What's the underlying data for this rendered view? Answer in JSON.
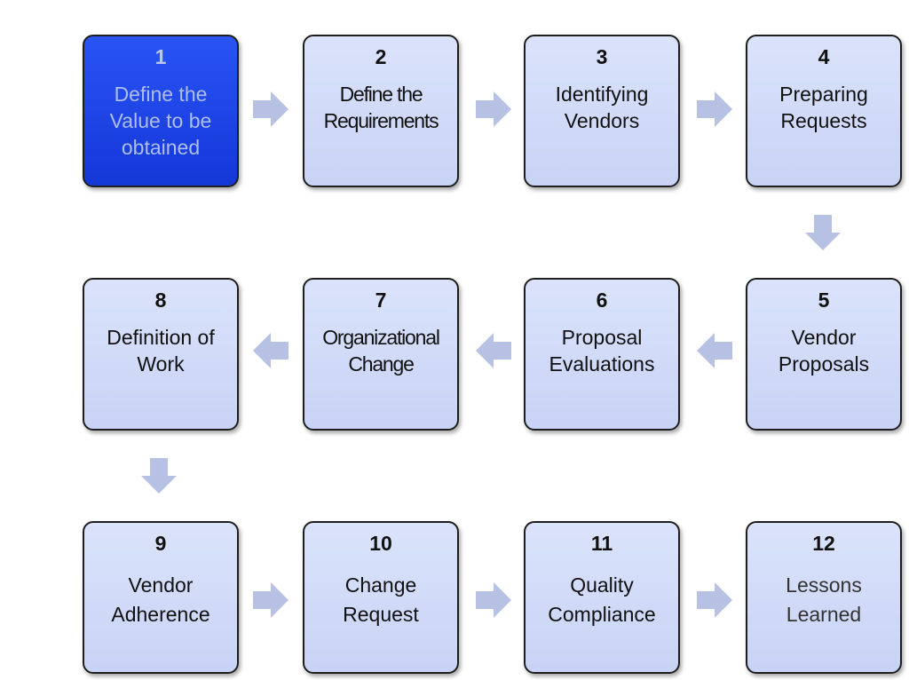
{
  "steps": [
    {
      "number": "1",
      "label": "Define the Value to be obtained",
      "active": true
    },
    {
      "number": "2",
      "label": "Define the Requirements"
    },
    {
      "number": "3",
      "label": "Identifying Vendors"
    },
    {
      "number": "4",
      "label": "Preparing Requests"
    },
    {
      "number": "5",
      "label": "Vendor Proposals"
    },
    {
      "number": "6",
      "label": "Proposal Evaluations"
    },
    {
      "number": "7",
      "label": "Organizational Change"
    },
    {
      "number": "8",
      "label": "Definition of Work"
    },
    {
      "number": "9",
      "label": "Vendor Adherence"
    },
    {
      "number": "10",
      "label": "Change Request"
    },
    {
      "number": "11",
      "label": "Quality Compliance"
    },
    {
      "number": "12",
      "label": "Lessons Learned"
    }
  ],
  "colors": {
    "box_fill": "#d3dcf8",
    "active_fill": "#1f47ec",
    "arrow": "#b6c1e4",
    "border": "#1e1e1e"
  },
  "icons": {
    "arrow_right": "arrow-right-icon",
    "arrow_left": "arrow-left-icon",
    "arrow_down": "arrow-down-icon"
  }
}
